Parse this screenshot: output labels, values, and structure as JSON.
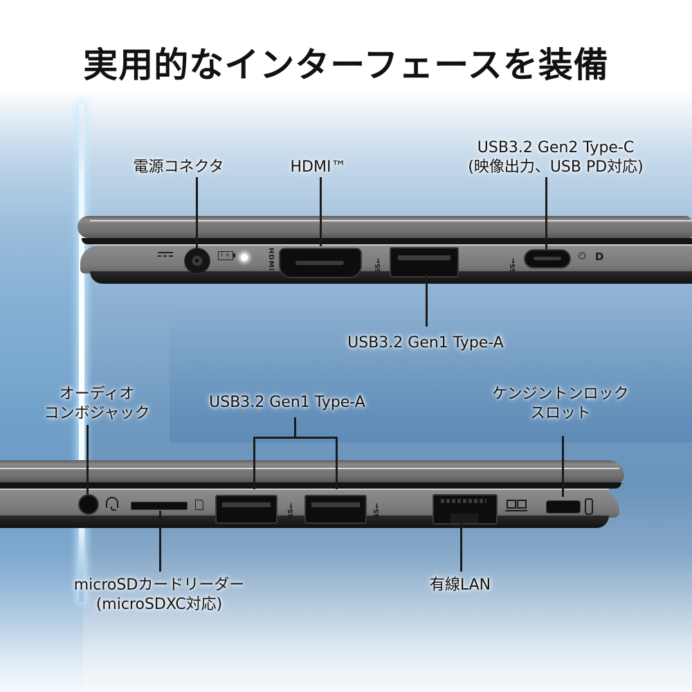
{
  "title": "実用的なインターフェースを装備",
  "top_view": {
    "labels": {
      "power": "電源コネクタ",
      "hdmi": "HDMI™",
      "usbc_line1": "USB3.2 Gen2 Type-C",
      "usbc_line2": "(映像出力、USB PD対応)",
      "usba": "USB3.2 Gen1 Type-A"
    },
    "icons": [
      "dc-power-icon",
      "battery-charge-icon",
      "status-led",
      "hdmi-icon",
      "ss-usb-icon",
      "ss-usb-icon",
      "power-delivery-icon",
      "displayport-icon"
    ]
  },
  "bottom_view": {
    "labels": {
      "audio_line1": "オーディオ",
      "audio_line2": "コンボジャック",
      "usba_pair": "USB3.2 Gen1 Type-A",
      "kensington_line1": "ケンジントンロック",
      "kensington_line2": "スロット",
      "microsd_line1": "microSDカードリーダー",
      "microsd_line2": "(microSDXC対応)",
      "lan": "有線LAN"
    },
    "icons": [
      "headset-icon",
      "sd-card-icon",
      "ss-usb-icon",
      "ss-usb-icon",
      "network-icon",
      "lock-icon"
    ]
  },
  "glyphs": {
    "dc": "⎓",
    "battery": "▭",
    "hdmi_vertical": "HDMI",
    "ss": "SS⭠",
    "plug": "⚡",
    "dp": "D",
    "headset": "🎧",
    "sd": "▯",
    "lan": "品",
    "lock": "🔒"
  },
  "colors": {
    "title": "#111111",
    "chassis": "#7f7f7f",
    "port": "#0d0d0d",
    "background_blue": "#7fa6c9"
  }
}
